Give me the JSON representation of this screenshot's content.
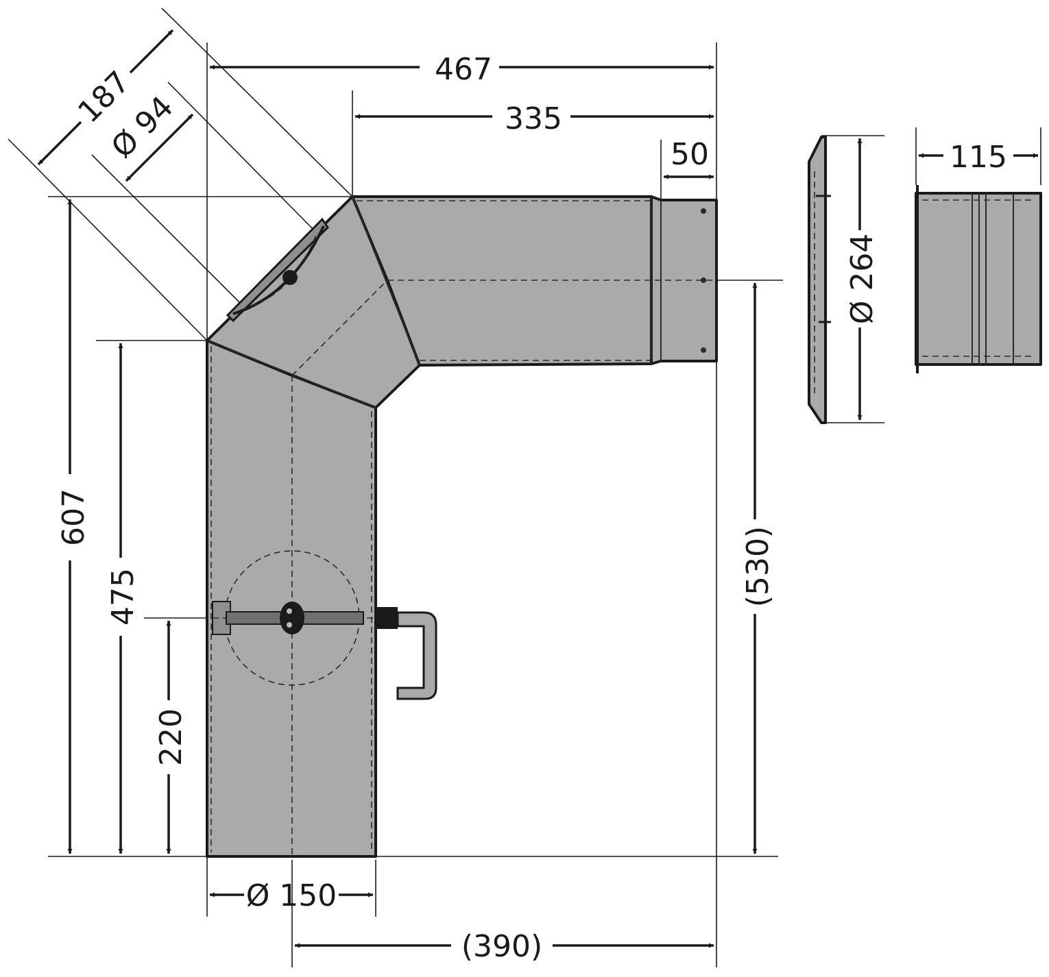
{
  "dimensions": {
    "d467": "467",
    "d335": "335",
    "d50": "50",
    "d187": "187",
    "d94": "Ø 94",
    "d264": "Ø 264",
    "d115": "115",
    "d607": "607",
    "d475": "475",
    "d220": "220",
    "d530": "(530)",
    "d150": "Ø 150",
    "d390": "(390)"
  },
  "colors": {
    "pipe_fill": "#a9aaa9",
    "line": "#1a1a1a",
    "background": "#ffffff"
  }
}
